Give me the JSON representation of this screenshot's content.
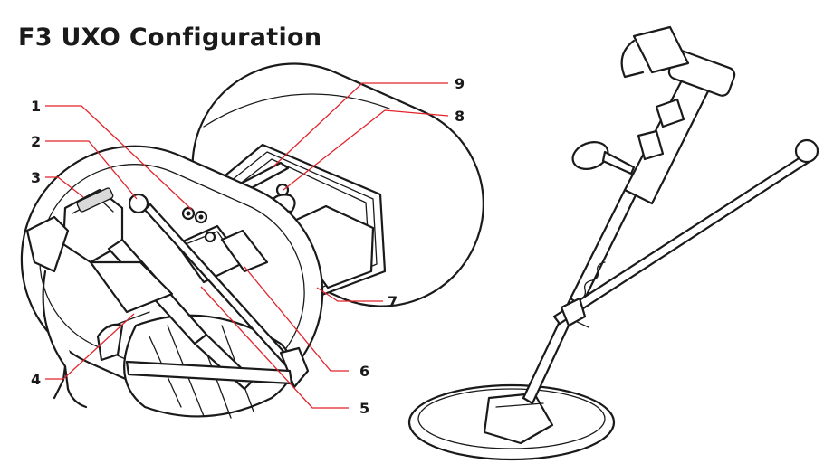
{
  "title": "F3 UXO Configuration",
  "callouts": [
    {
      "number": "1"
    },
    {
      "number": "2"
    },
    {
      "number": "3"
    },
    {
      "number": "4"
    },
    {
      "number": "5"
    },
    {
      "number": "6"
    },
    {
      "number": "7"
    },
    {
      "number": "8"
    },
    {
      "number": "9"
    }
  ],
  "colors": {
    "leader": "#e2232b",
    "ink": "#1a1a1a",
    "background": "#ffffff"
  },
  "illustrations": [
    {
      "name": "open-carrying-case"
    },
    {
      "name": "assembled-metal-detector"
    }
  ]
}
